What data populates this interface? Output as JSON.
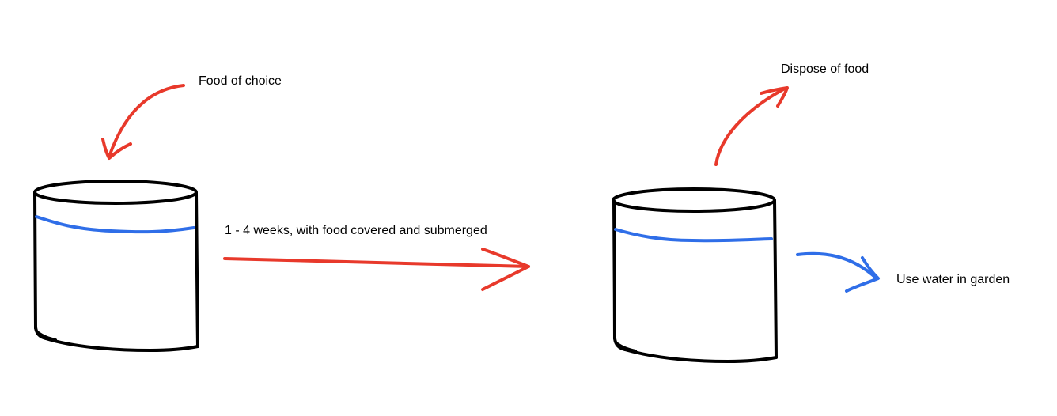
{
  "labels": {
    "food_of_choice": "Food of choice",
    "dispose_of_food": "Dispose of food",
    "duration": "1 - 4 weeks, with food covered and submerged",
    "use_water": "Use water in garden"
  },
  "colors": {
    "outline": "#000000",
    "water": "#2f6ee8",
    "food_arrow": "#e8392b",
    "water_arrow": "#2f6ee8",
    "background": "#ffffff"
  }
}
